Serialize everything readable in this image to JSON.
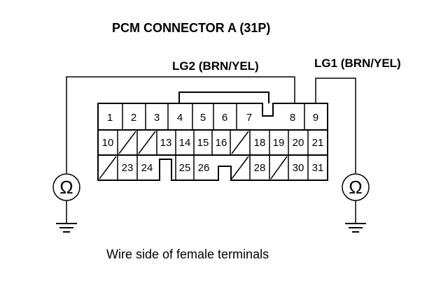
{
  "diagram": {
    "title": "PCM CONNECTOR A (31P)",
    "caption": "Wire side of female terminals",
    "wires": {
      "left": "LG2 (BRN/YEL)",
      "right": "LG1 (BRN/YEL)"
    },
    "meter_symbol": "Ω",
    "pins": {
      "p1": "1",
      "p2": "2",
      "p3": "3",
      "p4": "4",
      "p5": "5",
      "p6": "6",
      "p7": "7",
      "p8": "8",
      "p9": "9",
      "p10": "10",
      "p13": "13",
      "p14": "14",
      "p15": "15",
      "p16": "16",
      "p18": "18",
      "p19": "19",
      "p20": "20",
      "p21": "21",
      "p23": "23",
      "p24": "24",
      "p25": "25",
      "p26": "26",
      "p28": "28",
      "p30": "30",
      "p31": "31"
    }
  }
}
